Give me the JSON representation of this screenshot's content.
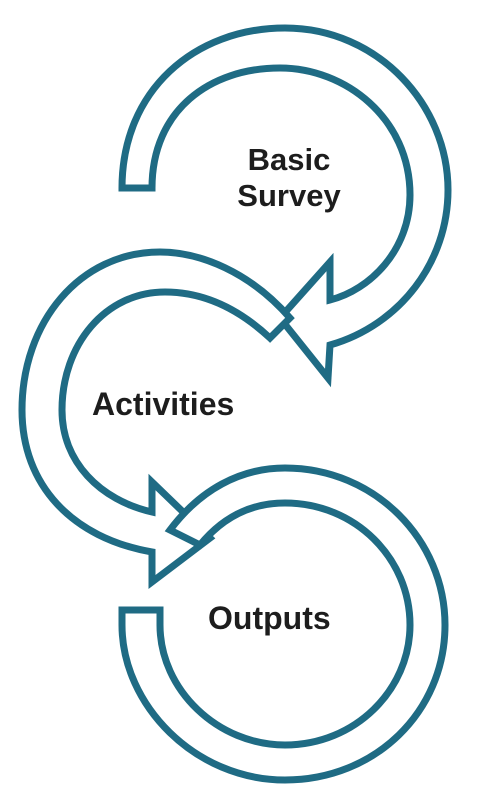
{
  "diagram": {
    "stages": [
      {
        "id": "basic-survey",
        "lines": [
          "Basic",
          "Survey"
        ]
      },
      {
        "id": "activities",
        "lines": [
          "Activities"
        ]
      },
      {
        "id": "outputs",
        "lines": [
          "Outputs"
        ]
      }
    ],
    "colors": {
      "outline": "#1f6b84",
      "fill": "#ffffff",
      "text": "#1d1d1d"
    }
  }
}
